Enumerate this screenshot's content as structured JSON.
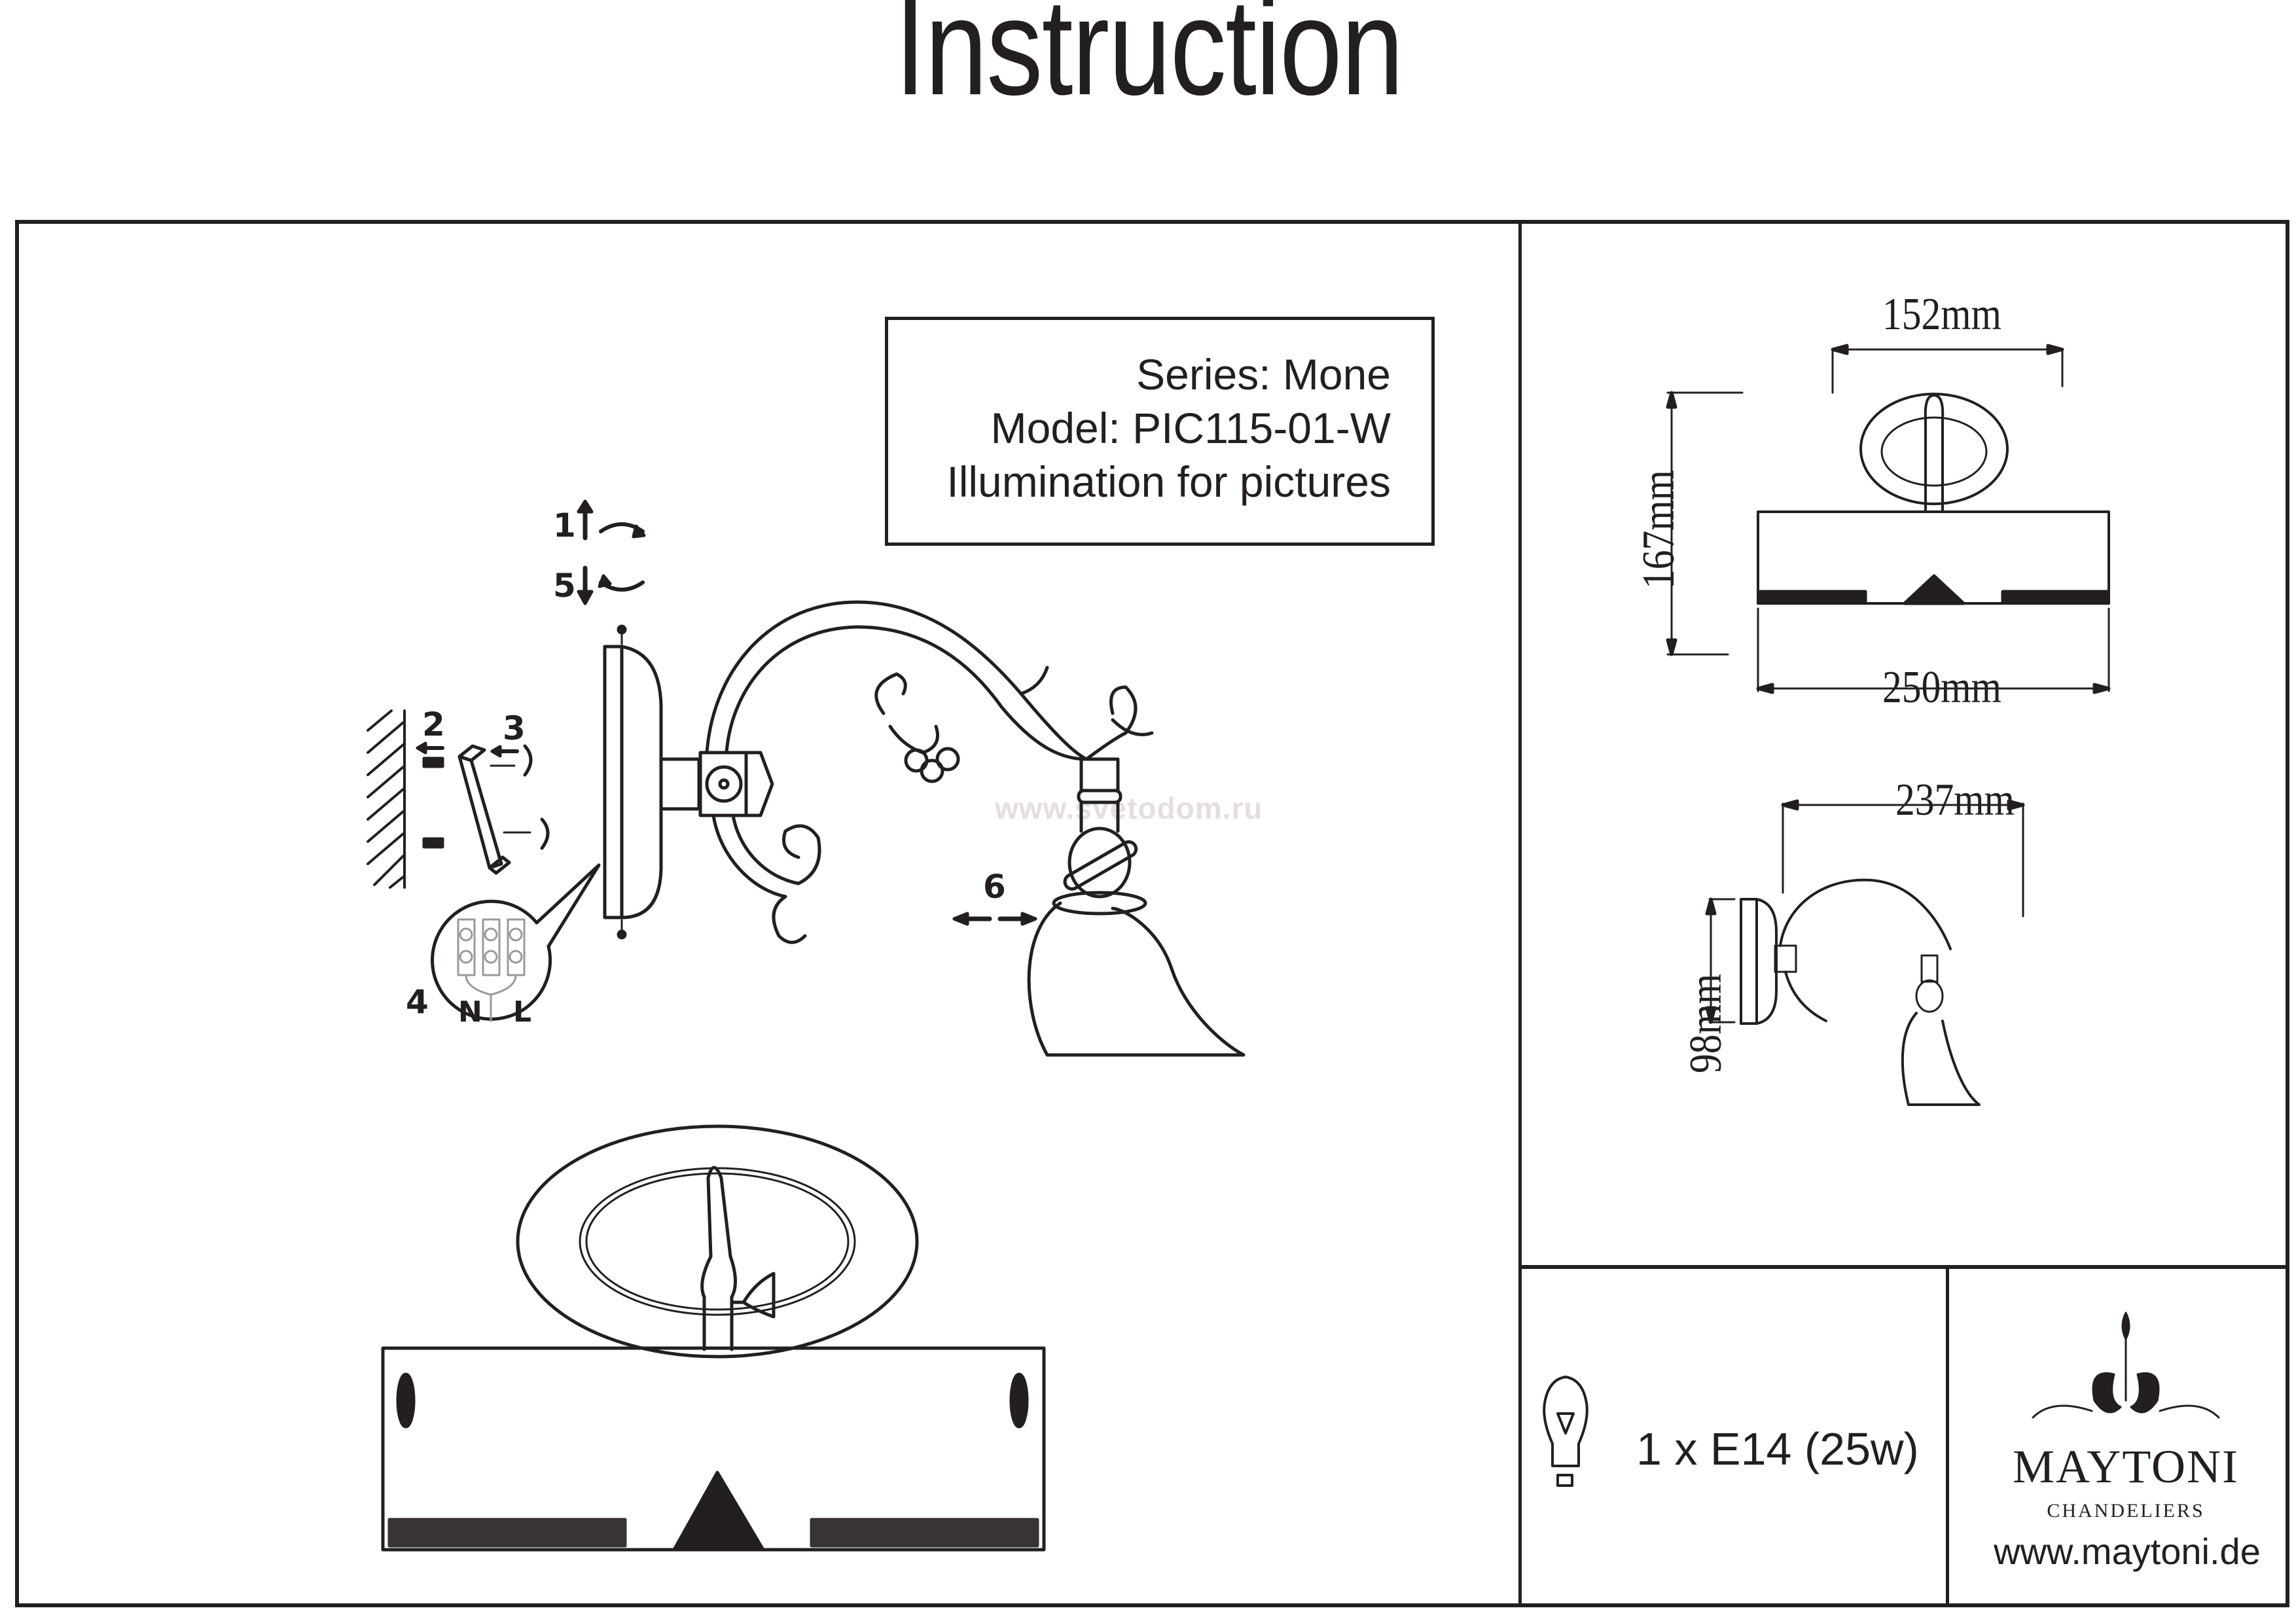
{
  "document": {
    "title": "Instruction",
    "watermark": "www.svetodom.ru"
  },
  "product_info": {
    "series": "Series: Mone",
    "model": "Model: PIC115-01-W",
    "purpose": "Illumination for pictures"
  },
  "assembly_steps": [
    {
      "number": "1",
      "action": "arrow-up with rotate",
      "icon": "unscrew-up-icon"
    },
    {
      "number": "2",
      "action": "insert wall plugs",
      "icon": "wall-plug-icon"
    },
    {
      "number": "3",
      "action": "screw mounting bracket",
      "icon": "bracket-screw-icon"
    },
    {
      "number": "4",
      "action": "connect wires",
      "icon": "terminal-block-icon"
    },
    {
      "number": "5",
      "action": "arrow-down with rotate",
      "icon": "screw-down-icon"
    },
    {
      "number": "6",
      "action": "adjust / rotate shade",
      "icon": "double-arrow-icon"
    }
  ],
  "wiring": {
    "neutral_label": "N",
    "live_label": "L"
  },
  "dimensions": {
    "front_width_top": "152mm",
    "front_height": "167mm",
    "front_width_bottom": "250mm",
    "side_depth": "237mm",
    "side_backplate_height": "98mm"
  },
  "bulb": {
    "spec": "1 x E14 (25w)",
    "icon": "light-bulb-icon"
  },
  "brand": {
    "name": "MAYTONI",
    "subtitle": "CHANDELIERS",
    "website": "www.maytoni.de",
    "icon": "chandelier-logo-icon"
  }
}
